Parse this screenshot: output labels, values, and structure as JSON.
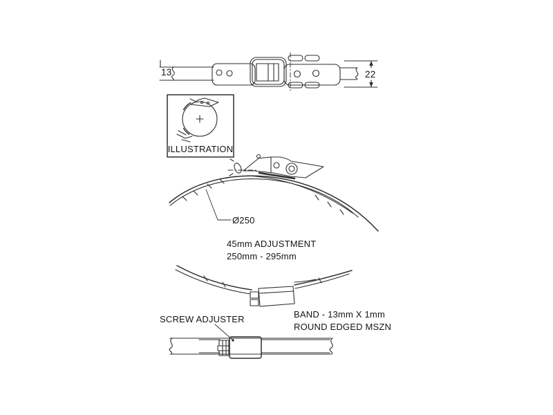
{
  "theme": {
    "bg": "#ffffff",
    "stroke": "#2e2e2e",
    "text": "#141414"
  },
  "top_view": {
    "band_width_label": "13",
    "buckle_height_label": "22"
  },
  "illustration": {
    "caption": "ILLUSTRATION"
  },
  "arc_view": {
    "diameter_label": "Ø250",
    "adjustment": [
      "45mm ADJUSTMENT",
      "250mm - 295mm"
    ]
  },
  "band_spec": [
    "BAND - 13mm X 1mm",
    "ROUND EDGED MSZN"
  ],
  "screw_adjuster": {
    "label": "SCREW ADJUSTER"
  }
}
